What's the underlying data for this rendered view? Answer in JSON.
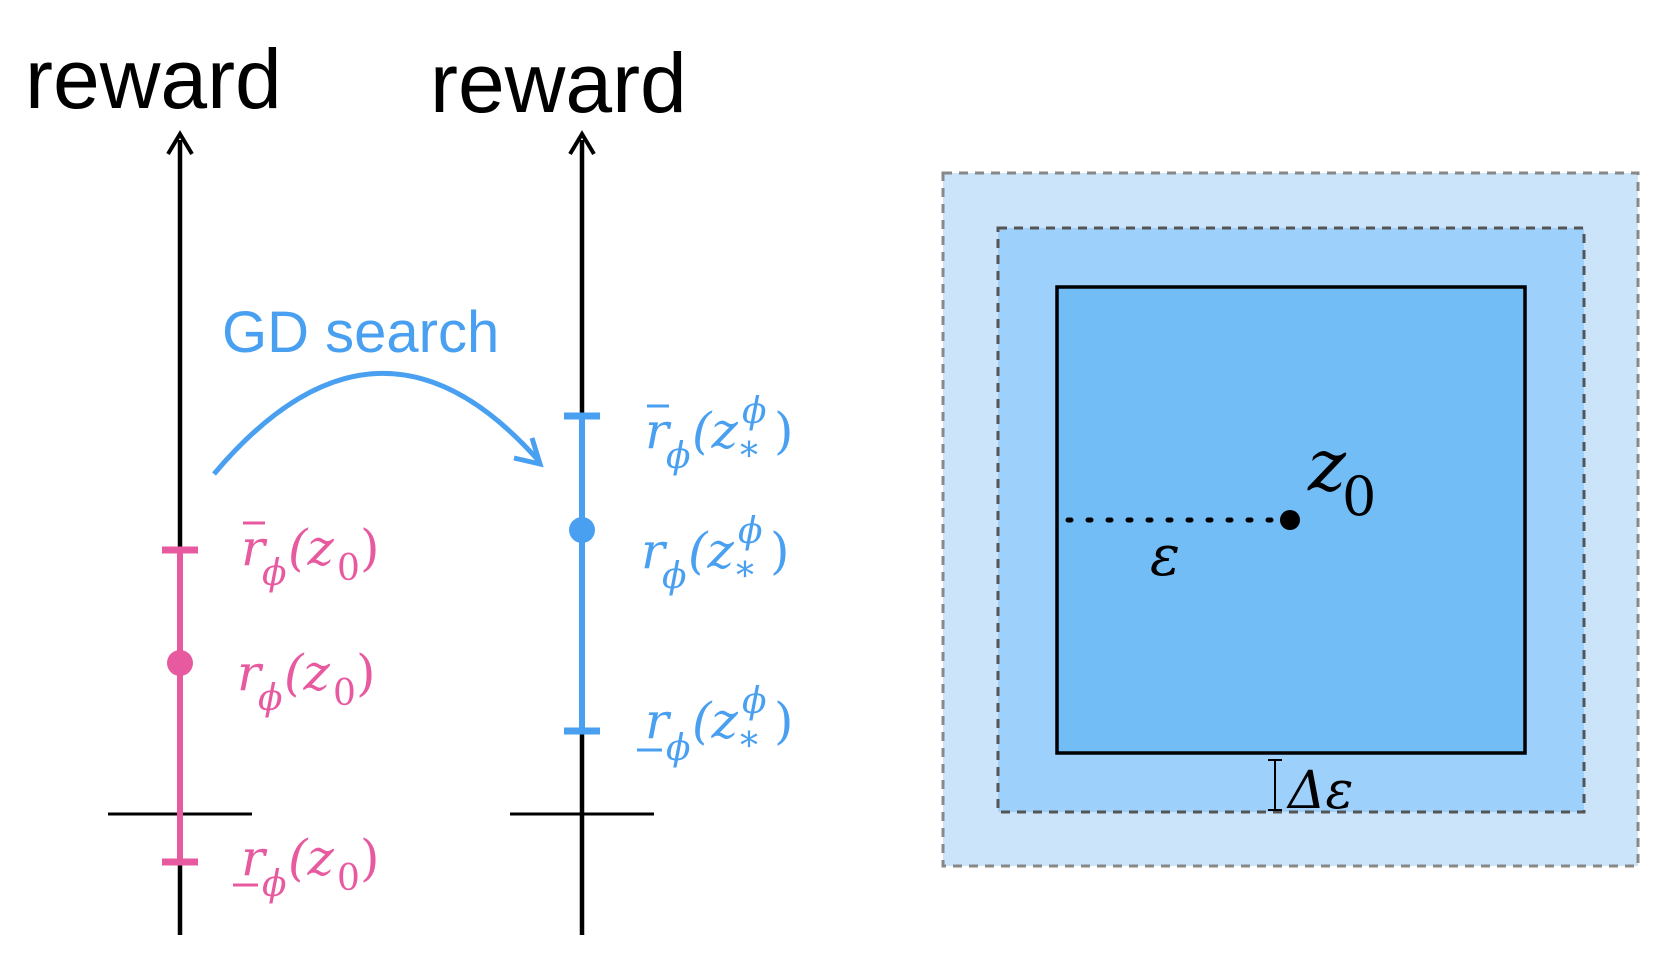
{
  "colors": {
    "pink": "#e85aa0",
    "blue": "#4aa0f0",
    "black": "#000000",
    "outer_fill": "#cce4fa",
    "middle_fill": "#9dd0fa",
    "inner_fill": "#72bdf6",
    "dashed_border": "#888888"
  },
  "left_axis": {
    "title": "reward",
    "labels": {
      "upper": {
        "base": "r",
        "bar": "over",
        "sub": "ϕ",
        "arg": "(z",
        "arg_sub": "0",
        "close": ")"
      },
      "mid": {
        "base": "r",
        "bar": "none",
        "sub": "ϕ",
        "arg": "(z",
        "arg_sub": "0",
        "close": ")"
      },
      "lower": {
        "base": "r",
        "bar": "under",
        "sub": "ϕ",
        "arg": "(z",
        "arg_sub": "0",
        "close": ")"
      }
    }
  },
  "right_axis": {
    "title": "reward",
    "labels": {
      "upper": {
        "base": "r",
        "bar": "over",
        "sub": "ϕ",
        "arg": "(z",
        "arg_sub": "*",
        "arg_sup": "ϕ",
        "close": ")"
      },
      "mid": {
        "base": "r",
        "bar": "none",
        "sub": "ϕ",
        "arg": "(z",
        "arg_sub": "*",
        "arg_sup": "ϕ",
        "close": ")"
      },
      "lower": {
        "base": "r",
        "bar": "under",
        "sub": "ϕ",
        "arg": "(z",
        "arg_sub": "*",
        "arg_sup": "ϕ",
        "close": ")"
      }
    }
  },
  "arrow": {
    "label": "GD search"
  },
  "box": {
    "center_label": "z",
    "center_sub": "0",
    "radius_label": "ε",
    "margin_label": "Δε"
  }
}
